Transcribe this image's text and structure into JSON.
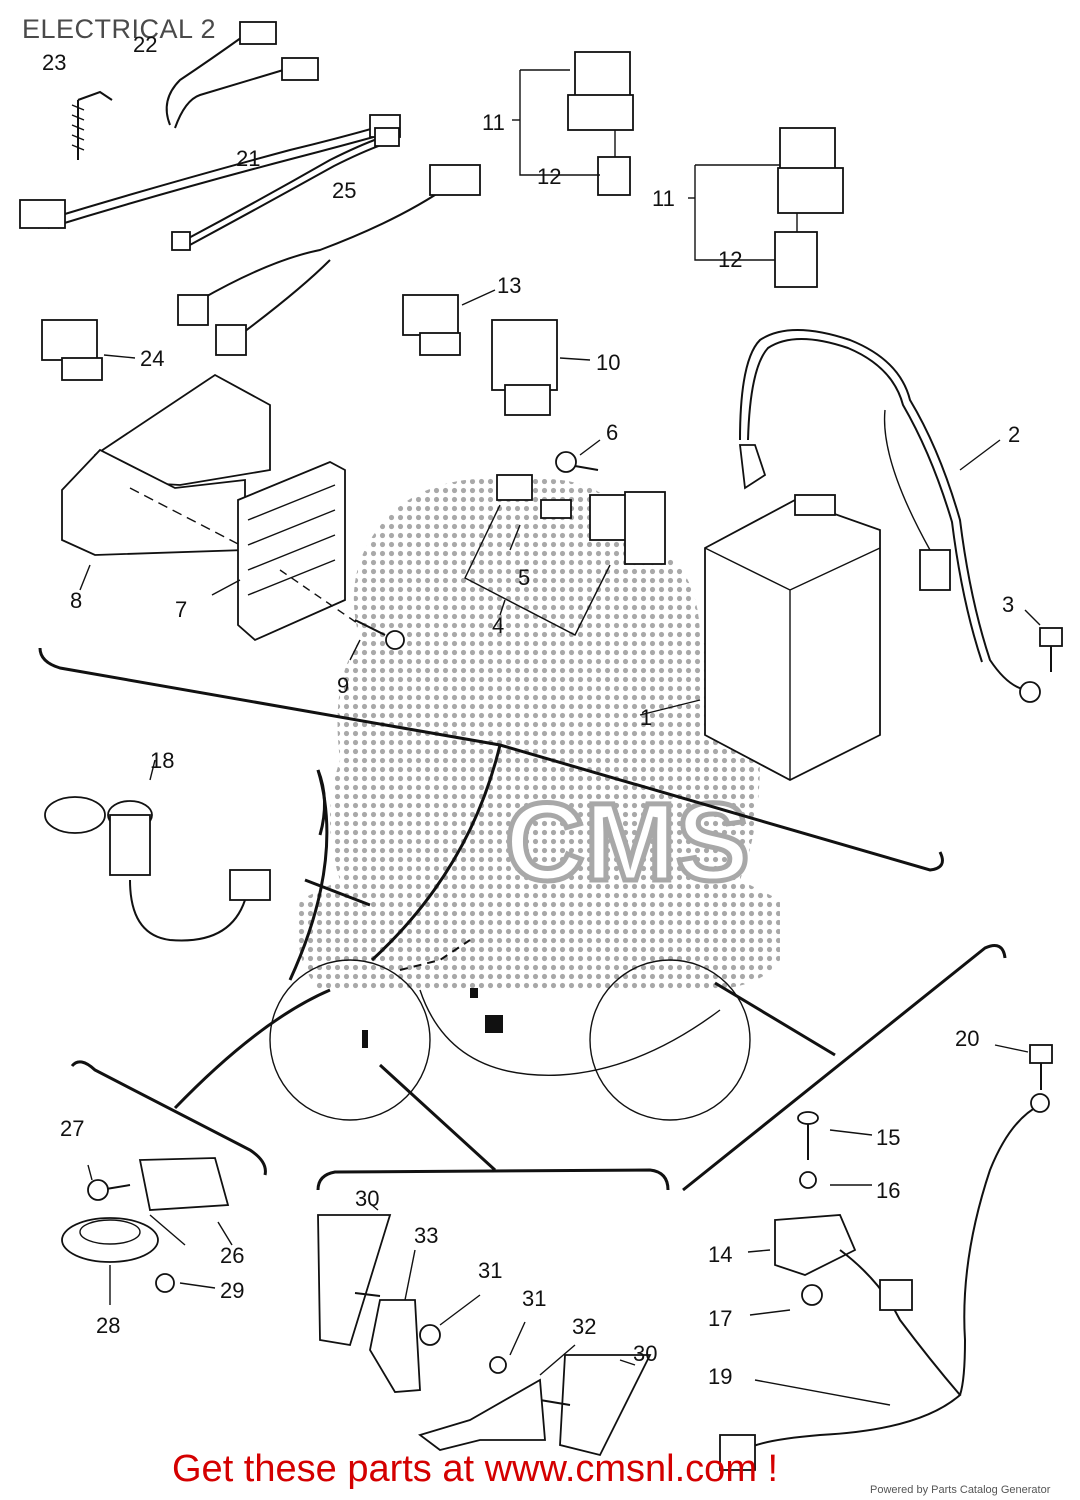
{
  "header": {
    "title": "ELECTRICAL 2"
  },
  "footer": {
    "cta": "Get these parts at www.cmsnl.com !",
    "powered_by": "Powered by Parts Catalog Generator"
  },
  "watermark": {
    "text": "CMS"
  },
  "colors": {
    "cta": "#d40000",
    "ink": "#111111",
    "title": "#4a4a4a"
  },
  "callouts": {
    "c1": "1",
    "c2": "2",
    "c3": "3",
    "c4": "4",
    "c5": "5",
    "c6": "6",
    "c7": "7",
    "c8": "8",
    "c9": "9",
    "c10": "10",
    "c11a": "11",
    "c11b": "11",
    "c12a": "12",
    "c12b": "12",
    "c13": "13",
    "c14": "14",
    "c15": "15",
    "c16": "16",
    "c17": "17",
    "c18": "18",
    "c19": "19",
    "c20": "20",
    "c21": "21",
    "c22": "22",
    "c23": "23",
    "c24": "24",
    "c25": "25",
    "c26": "26",
    "c27": "27",
    "c28": "28",
    "c29": "29",
    "c30a": "30",
    "c30b": "30",
    "c31a": "31",
    "c31b": "31",
    "c32": "32",
    "c33": "33"
  }
}
